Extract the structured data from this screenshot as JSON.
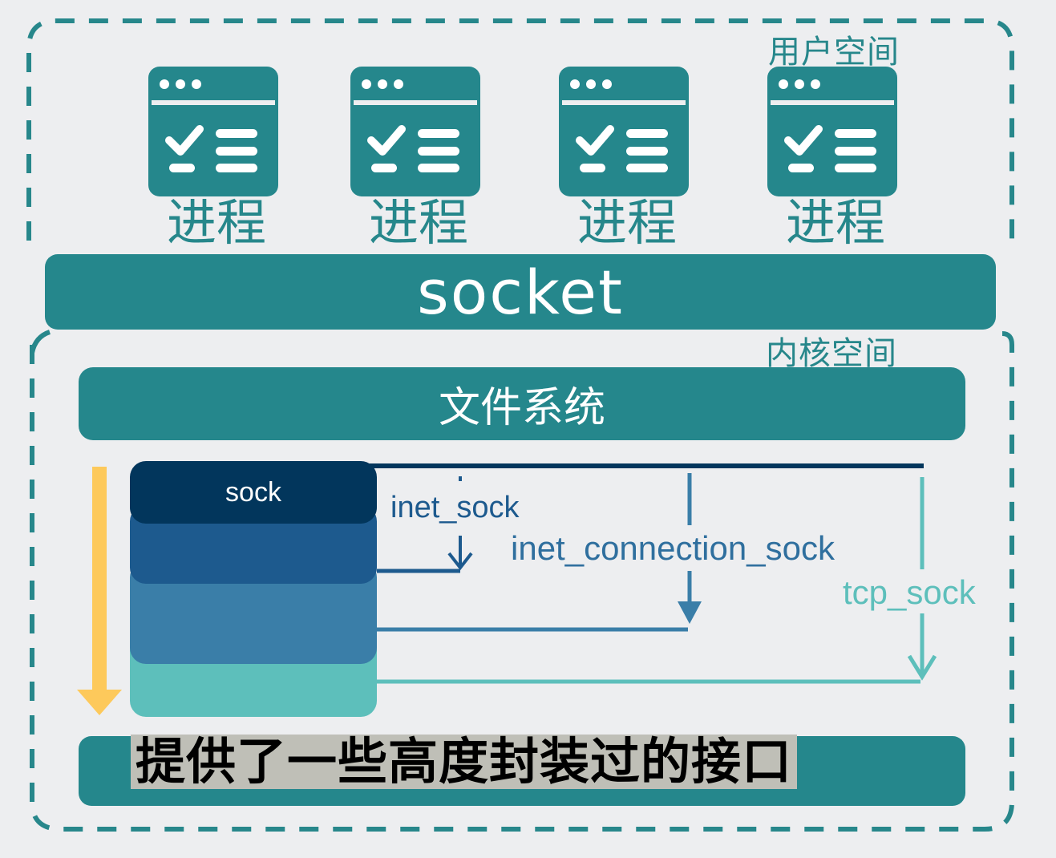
{
  "regions": {
    "user_space_label": "用户空间",
    "kernel_space_label": "内核空间"
  },
  "processes": [
    {
      "label": "进程",
      "icon": "app-window-checklist-icon"
    },
    {
      "label": "进程",
      "icon": "app-window-checklist-icon"
    },
    {
      "label": "进程",
      "icon": "app-window-checklist-icon"
    },
    {
      "label": "进程",
      "icon": "app-window-checklist-icon"
    }
  ],
  "socket": {
    "label": "socket"
  },
  "filesystem": {
    "label": "文件系统"
  },
  "stack": {
    "top_label": "sock",
    "layers": [
      "sock",
      "inet_sock",
      "inet_connection_sock",
      "tcp_sock"
    ]
  },
  "labels": {
    "inet_sock": "inet_sock",
    "inet_connection_sock": "inet_connection_sock",
    "tcp_sock": "tcp_sock"
  },
  "caption": "提供了一些高度封装过的接口",
  "colors": {
    "background": "#edeef0",
    "teal_primary": "#25878c",
    "sock_navy": "#02365c",
    "inet_sock_blue": "#1d5a8e",
    "inet_connection_sock_blue": "#3a7ea8",
    "tcp_sock_teal": "#5dbfbb",
    "arrow_yellow": "#fdc95b",
    "dashed_border": "#27878b"
  }
}
